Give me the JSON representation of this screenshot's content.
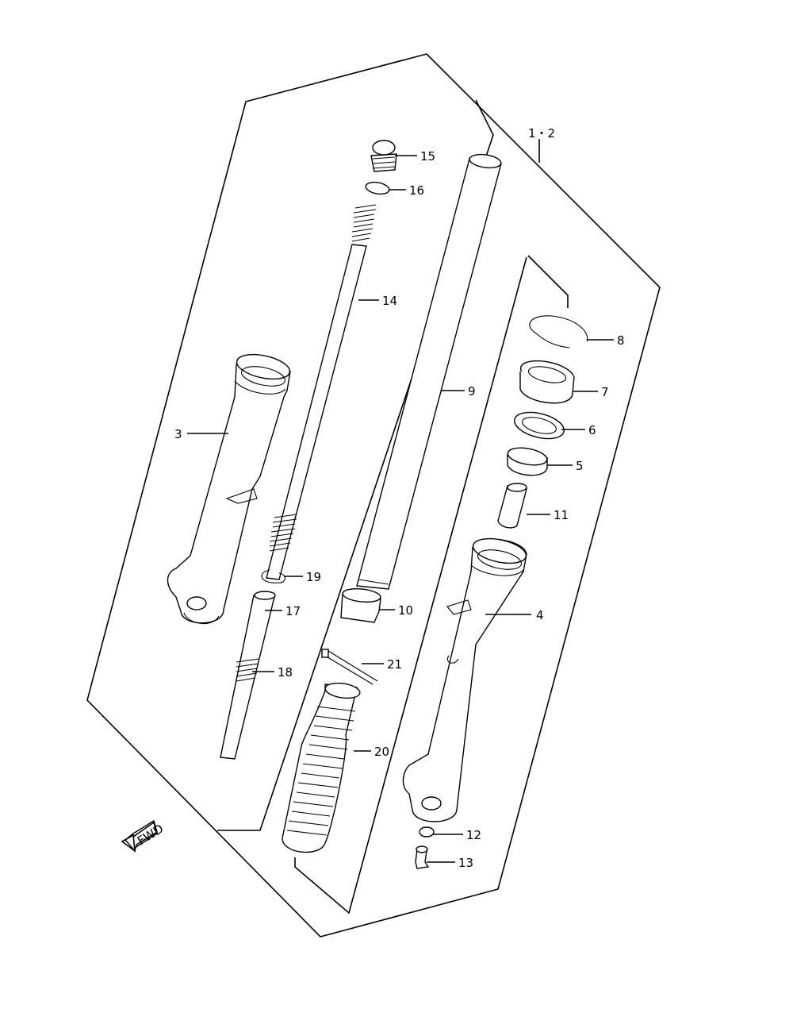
{
  "diagram": {
    "assembly_label": "1・2",
    "callouts": [
      {
        "id": "p1-2",
        "text": "1・2"
      },
      {
        "id": "p3",
        "text": "3"
      },
      {
        "id": "p4",
        "text": "4"
      },
      {
        "id": "p5",
        "text": "5"
      },
      {
        "id": "p6",
        "text": "6"
      },
      {
        "id": "p7",
        "text": "7"
      },
      {
        "id": "p8",
        "text": "8"
      },
      {
        "id": "p9",
        "text": "9"
      },
      {
        "id": "p10",
        "text": "10"
      },
      {
        "id": "p11",
        "text": "11"
      },
      {
        "id": "p12",
        "text": "12"
      },
      {
        "id": "p13",
        "text": "13"
      },
      {
        "id": "p14",
        "text": "14"
      },
      {
        "id": "p15",
        "text": "15"
      },
      {
        "id": "p16",
        "text": "16"
      },
      {
        "id": "p17",
        "text": "17"
      },
      {
        "id": "p18",
        "text": "18"
      },
      {
        "id": "p19",
        "text": "19"
      },
      {
        "id": "p20",
        "text": "20"
      },
      {
        "id": "p21",
        "text": "21"
      }
    ],
    "fwd_label": "FWD"
  }
}
